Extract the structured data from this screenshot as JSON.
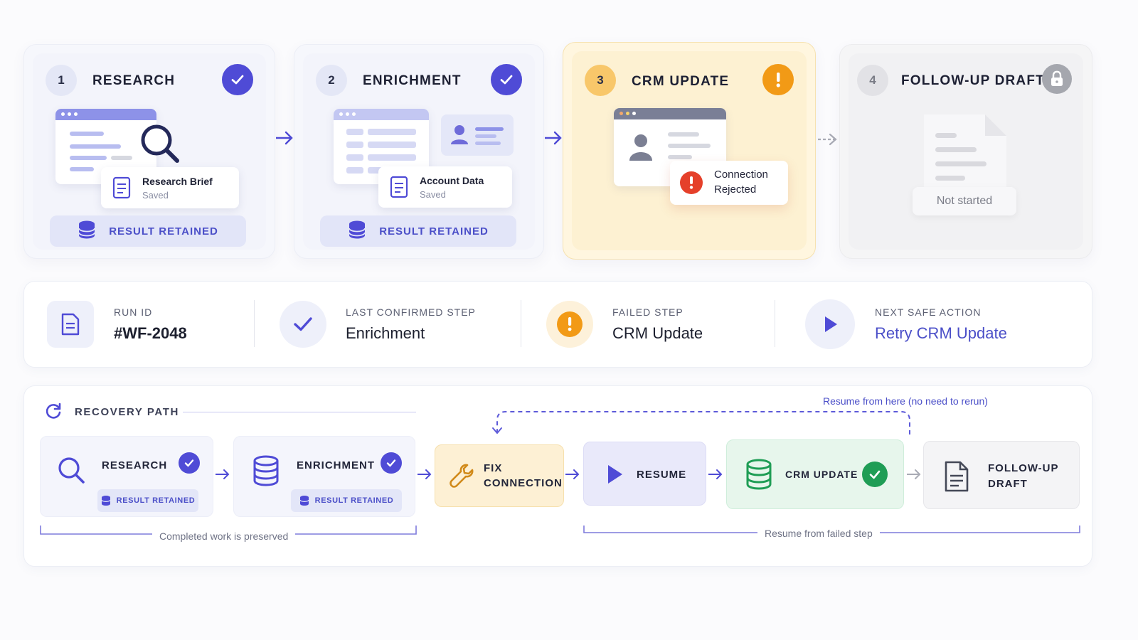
{
  "steps": [
    {
      "number": "1",
      "title": "RESEARCH",
      "status": "done",
      "artifact_title": "Research Brief",
      "artifact_status": "Saved",
      "retained_label": "RESULT RETAINED"
    },
    {
      "number": "2",
      "title": "ENRICHMENT",
      "status": "done",
      "artifact_title": "Account Data",
      "artifact_status": "Saved",
      "retained_label": "RESULT RETAINED"
    },
    {
      "number": "3",
      "title": "CRM UPDATE",
      "status": "failed",
      "error_line1": "Connection",
      "error_line2": "Rejected"
    },
    {
      "number": "4",
      "title": "FOLLOW-UP DRAFT",
      "status": "locked",
      "state_label": "Not started"
    }
  ],
  "summary": {
    "run_id_label": "RUN ID",
    "run_id_value": "#WF-2048",
    "last_confirmed_label": "LAST CONFIRMED STEP",
    "last_confirmed_value": "Enrichment",
    "failed_label": "FAILED STEP",
    "failed_value": "CRM Update",
    "next_action_label": "NEXT SAFE ACTION",
    "next_action_value": "Retry CRM Update"
  },
  "recovery": {
    "title": "RECOVERY PATH",
    "resume_note": "Resume from here (no need to rerun)",
    "nodes": [
      {
        "label": "RESEARCH",
        "badge": "RESULT RETAINED"
      },
      {
        "label": "ENRICHMENT",
        "badge": "RESULT RETAINED"
      },
      {
        "label_line1": "FIX",
        "label_line2": "CONNECTION"
      },
      {
        "label": "RESUME"
      },
      {
        "label": "CRM UPDATE"
      },
      {
        "label_line1": "FOLLOW-UP",
        "label_line2": "DRAFT"
      }
    ],
    "completed_note": "Completed work is preserved",
    "resume_failed_note": "Resume from failed step"
  },
  "colors": {
    "accent": "#4f4bd6",
    "warning": "#f29a16",
    "error": "#e5402a",
    "success": "#1f9d55",
    "locked": "#a5a7ae"
  },
  "icons": {
    "research": "magnifier-icon",
    "enrichment": "id-card-icon",
    "crm": "user-profile-icon",
    "draft": "document-icon",
    "retained": "database-icon",
    "fix": "wrench-icon",
    "resume": "play-icon"
  }
}
